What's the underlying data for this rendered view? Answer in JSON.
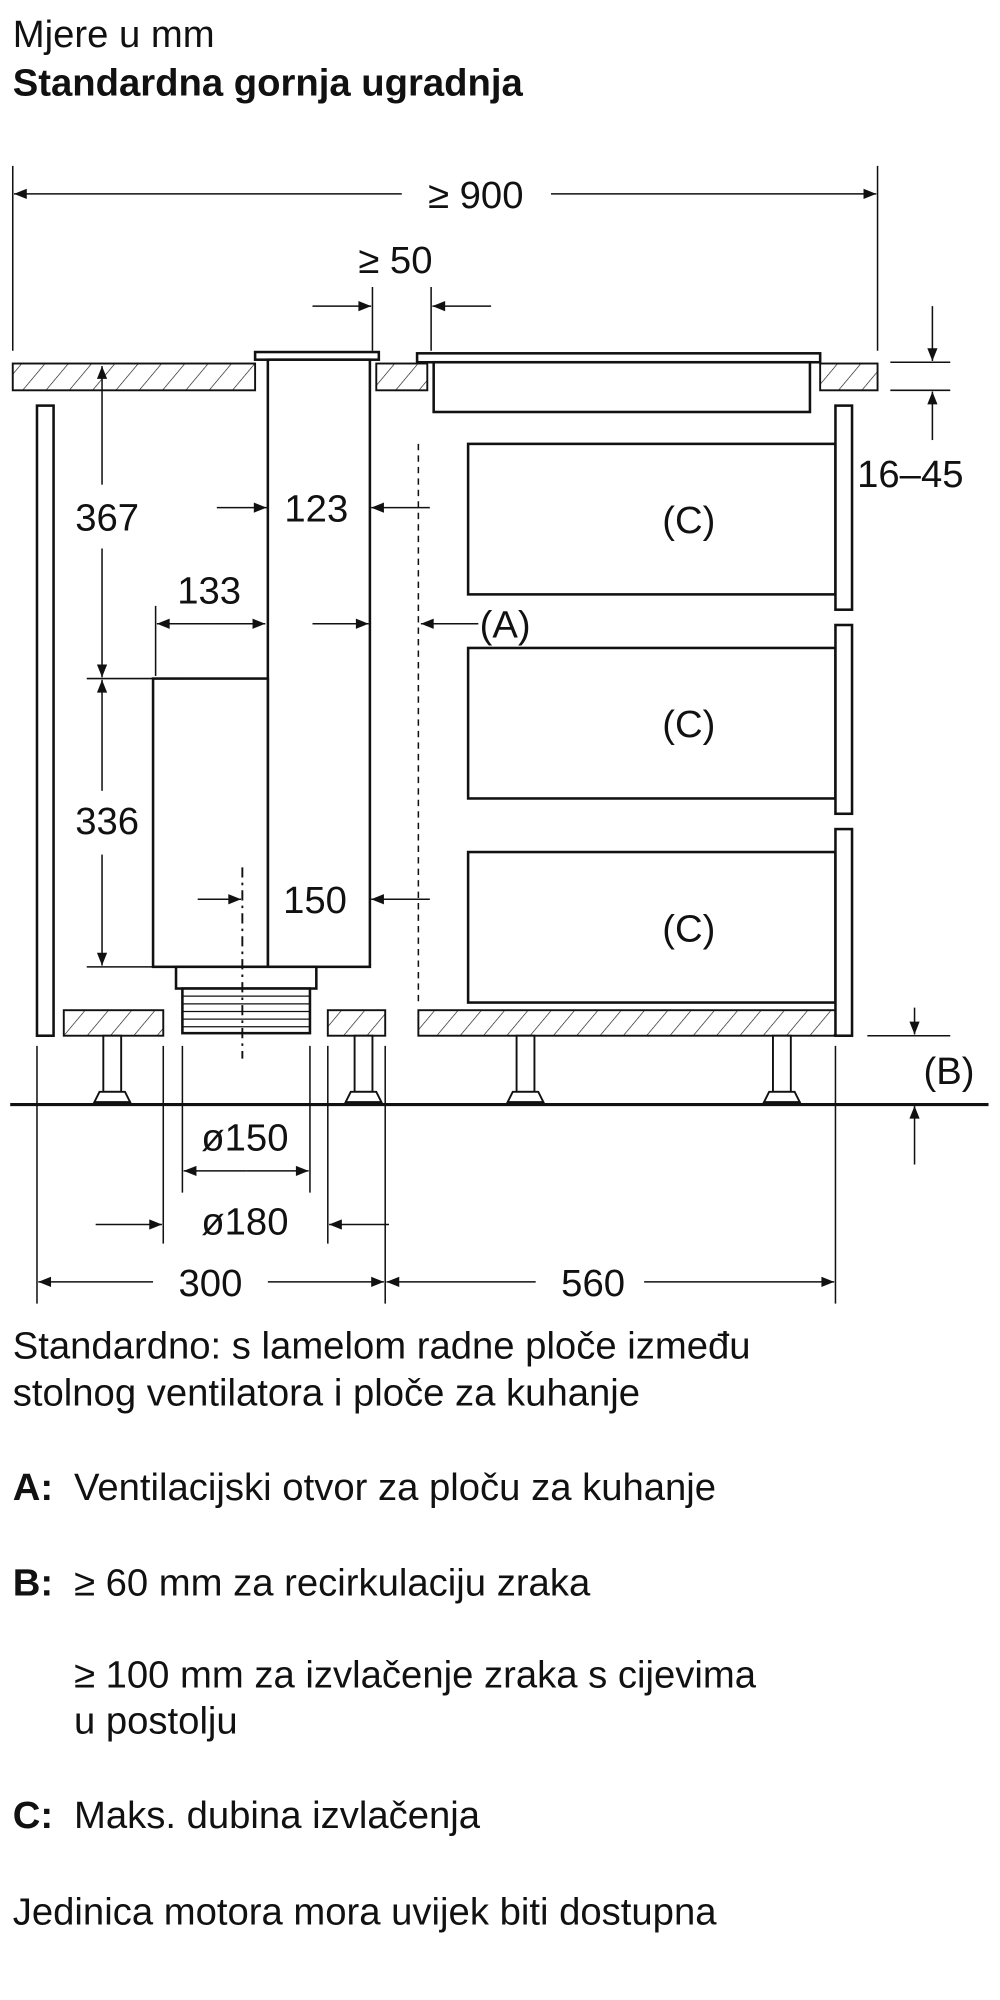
{
  "header": {
    "line1": "Mjere u mm",
    "line2": "Standardna gornja ugradnja"
  },
  "dimensions": {
    "total_width": "≥ 900",
    "gap": "≥ 50",
    "countertop_thickness": "16–45",
    "h367": "367",
    "h336": "336",
    "w133": "133",
    "w123": "123",
    "w150": "150",
    "d150": "ø150",
    "d180": "ø180",
    "w300": "300",
    "w560": "560"
  },
  "markers": {
    "a": "(A)",
    "b": "(B)",
    "c": "(C)"
  },
  "notes": {
    "standard_1": "Standardno: s lamelom radne ploče između",
    "standard_2": "stolnog ventilatora i ploče za kuhanje",
    "a_key": "A:",
    "a_text": "Ventilacijski otvor za ploču za kuhanje",
    "b_key": "B:",
    "b_text": "≥ 60 mm za recirkulaciju zraka",
    "b_text2_1": "≥ 100 mm za izvlačenje zraka s cijevima",
    "b_text2_2": "u postolju",
    "c_key": "C:",
    "c_text": "Maks. dubina izvlačenja",
    "footer": "Jedinica motora mora uvijek biti dostupna"
  }
}
